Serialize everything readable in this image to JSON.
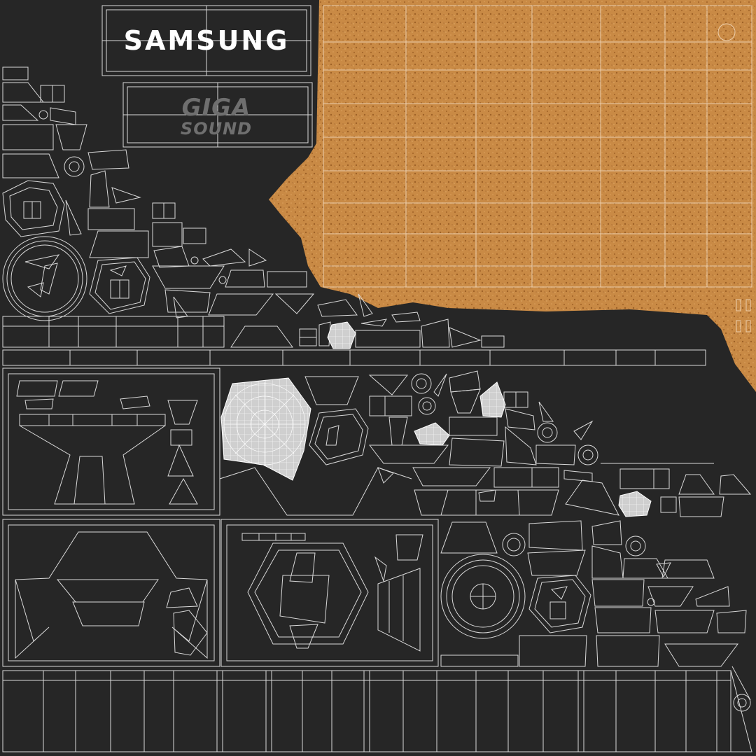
{
  "texture": {
    "brand_text": "SAMSUNG",
    "logo_line1": "GIGA",
    "logo_line2": "SOUND"
  },
  "colors": {
    "background": "#262626",
    "wire": "#d9d9d9",
    "cork": "#c98a45",
    "cork_dark": "#a8692c",
    "patch_fill": "#cfcfcf",
    "logo_gray": "#6f6f6f",
    "brand_white": "#ffffff"
  }
}
